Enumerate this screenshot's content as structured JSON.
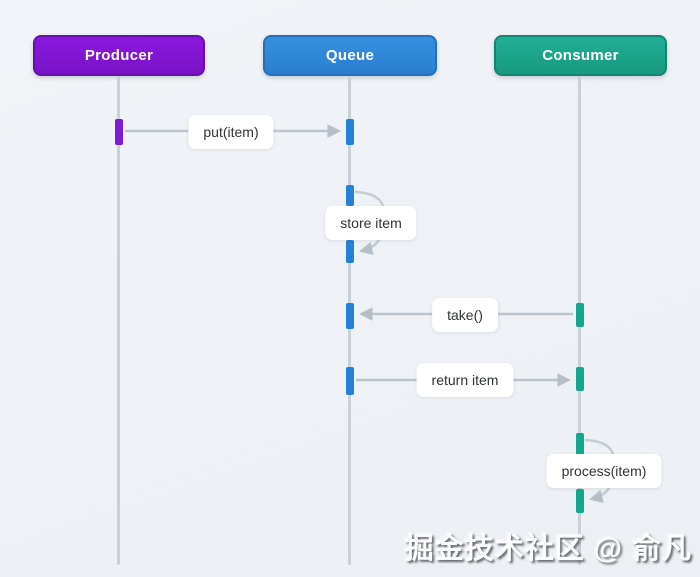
{
  "diagram": {
    "type": "sequence-diagram",
    "participants": [
      {
        "id": "producer",
        "label": "Producer",
        "color": "#8018d4"
      },
      {
        "id": "queue",
        "label": "Queue",
        "color": "#2f87d8"
      },
      {
        "id": "consumer",
        "label": "Consumer",
        "color": "#1caa8f"
      }
    ],
    "messages": [
      {
        "label": "put(item)",
        "from": "Producer",
        "to": "Queue",
        "kind": "arrow"
      },
      {
        "label": "store item",
        "from": "Queue",
        "to": "Queue",
        "kind": "self-loop"
      },
      {
        "label": "take()",
        "from": "Consumer",
        "to": "Queue",
        "kind": "arrow"
      },
      {
        "label": "return item",
        "from": "Queue",
        "to": "Consumer",
        "kind": "arrow"
      },
      {
        "label": "process(item)",
        "from": "Consumer",
        "to": "Consumer",
        "kind": "self-loop"
      }
    ],
    "watermark": "掘金技术社区 @ 俞凡",
    "colors": {
      "background": "#eef1f5",
      "lifeline": "#c9d0d7",
      "arrow": "#bcc5cd",
      "label_bg": "#ffffff",
      "label_text": "#2f3337"
    }
  }
}
